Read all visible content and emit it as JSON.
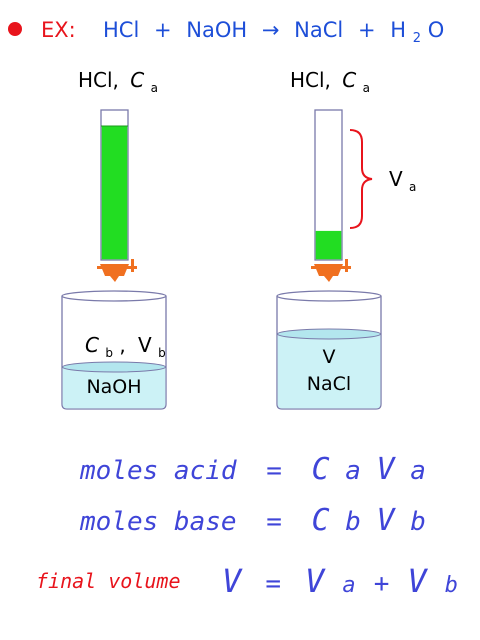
{
  "header": {
    "prefix": "EX:",
    "equation": {
      "reactant1": "HCl",
      "plus1": "+",
      "reactant2": "NaOH",
      "arrow": "→",
      "product1": "NaCl",
      "plus2": "+",
      "product2_base": "H",
      "product2_sub": "2",
      "product2_tail": "O"
    }
  },
  "left_setup": {
    "burette_label": {
      "name": "HCl,",
      "var": "C",
      "sub": "a"
    },
    "burette_fill_fraction": 1.0,
    "beaker_label": {
      "var1": "C",
      "sub1": "b",
      "sep": ",",
      "var2": "V",
      "sub2": "b"
    },
    "solution_label": "NaOH"
  },
  "right_setup": {
    "burette_label": {
      "name": "HCl,",
      "var": "C",
      "sub": "a"
    },
    "burette_fill_fraction": 0.19,
    "volume_label": {
      "var": "V",
      "sub": "a"
    },
    "beaker_label_1": "V",
    "beaker_label_2": "NaCl"
  },
  "equations": {
    "moles_acid": {
      "text": "moles acid",
      "eq": "=",
      "c": "C",
      "c_sub": "a",
      "v": "V",
      "v_sub": "a"
    },
    "moles_base": {
      "text": "moles base",
      "eq": "=",
      "c": "C",
      "c_sub": "b",
      "v": "V",
      "v_sub": "b"
    },
    "final_volume": {
      "label": "final volume",
      "lhs": "V",
      "eq": "=",
      "t1": "V",
      "t1_sub": "a",
      "plus": "+",
      "t2": "V",
      "t2_sub": "b"
    }
  },
  "colors": {
    "bullet": "#e8141c",
    "ex_text": "#e8141c",
    "equation_text": "#1d4ed8",
    "titrant": "#22dd22",
    "stopcock": "#f07020",
    "solution": "#ccf2f6",
    "glass_outline": "#7a7aaa",
    "bracket": "#e8141c",
    "handwriting_blue": "#3f45d8",
    "handwriting_red": "#e8141c"
  }
}
